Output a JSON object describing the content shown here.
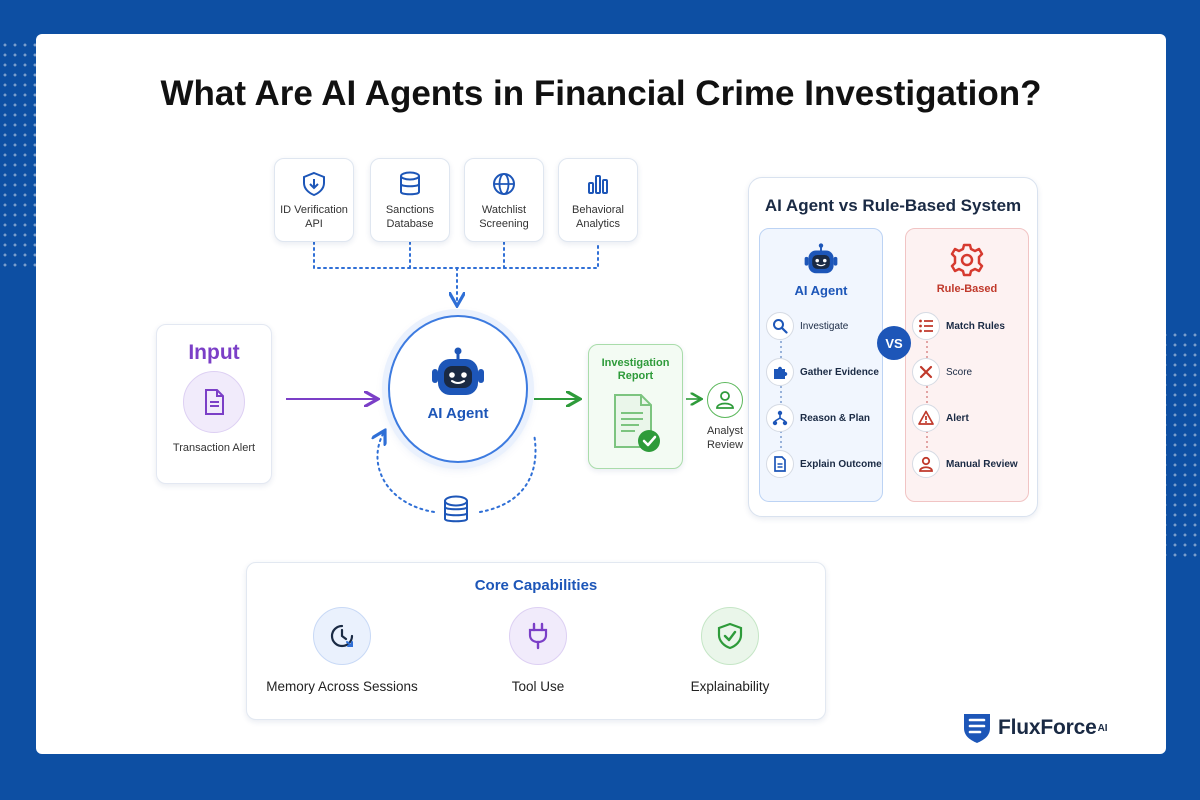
{
  "title": "What Are AI Agents in Financial Crime Investigation?",
  "sources": [
    {
      "label": "ID Verification API",
      "icon": "shield-icon"
    },
    {
      "label": "Sanctions Database",
      "icon": "database-icon"
    },
    {
      "label": "Watchlist Screening",
      "icon": "globe-icon"
    },
    {
      "label": "Behavioral Analytics",
      "icon": "bar-chart-icon"
    }
  ],
  "input": {
    "title": "Input",
    "label": "Transaction Alert",
    "icon": "document-icon"
  },
  "agent": {
    "label": "AI Agent",
    "icon": "robot-icon"
  },
  "memory": {
    "icon": "database-icon"
  },
  "report": {
    "title": "Investigation Report",
    "icon": "report-check-icon"
  },
  "analyst": {
    "label": "Analyst Review",
    "icon": "person-icon"
  },
  "comparison": {
    "title": "AI Agent vs Rule-Based System",
    "vs_label": "VS",
    "ai": {
      "name": "AI Agent",
      "icon": "robot-icon",
      "steps": [
        {
          "label": "Investigate",
          "icon": "search-icon"
        },
        {
          "label": "Gather Evidence",
          "icon": "puzzle-icon"
        },
        {
          "label": "Reason & Plan",
          "icon": "network-icon"
        },
        {
          "label": "Explain Outcome",
          "icon": "document-icon"
        }
      ]
    },
    "rule": {
      "name": "Rule-Based",
      "icon": "gear-icon",
      "steps": [
        {
          "label": "Match Rules",
          "icon": "list-icon"
        },
        {
          "label": "Score",
          "icon": "x-icon"
        },
        {
          "label": "Alert",
          "icon": "warning-icon"
        },
        {
          "label": "Manual Review",
          "icon": "person-icon"
        }
      ]
    }
  },
  "core": {
    "title": "Core Capabilities",
    "items": [
      {
        "label": "Memory Across Sessions",
        "icon": "clock-icon",
        "color": "#2f6fd6"
      },
      {
        "label": "Tool Use",
        "icon": "plug-icon",
        "color": "#7b3fc7"
      },
      {
        "label": "Explainability",
        "icon": "shield-check-icon",
        "color": "#2e9b3a"
      }
    ]
  },
  "brand": {
    "name": "FluxForce",
    "suffix": "AI",
    "icon": "flux-shield-icon"
  },
  "colors": {
    "blue": "#1d56b8",
    "purple": "#7b3fc7",
    "green": "#2e9b3a",
    "red": "#c0392b",
    "background": "#0d4fa3"
  }
}
